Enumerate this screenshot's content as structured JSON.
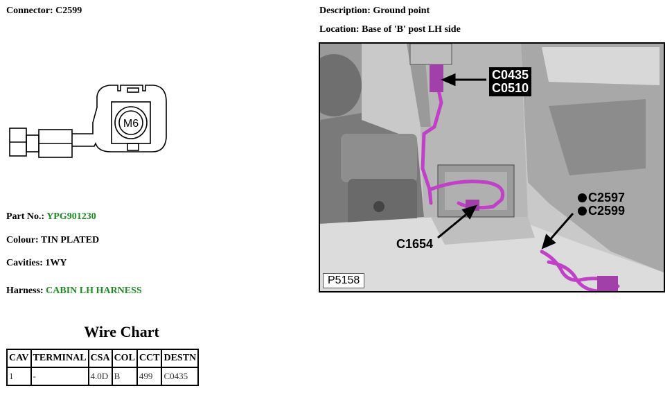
{
  "connector": {
    "label": "Connector:",
    "value": "C2599"
  },
  "description": {
    "label": "Description:",
    "value": "Ground point"
  },
  "location": {
    "label": "Location:",
    "value": "Base of 'B' post LH side"
  },
  "part_no": {
    "label": "Part No.:",
    "value": "YPG901230"
  },
  "colour": {
    "label": "Colour:",
    "value": "TIN PLATED"
  },
  "cavities": {
    "label": "Cavities:",
    "value": "1WY"
  },
  "harness": {
    "label": "Harness:",
    "value": "CABIN LH HARNESS"
  },
  "connector_drawing": {
    "terminal_label": "M6"
  },
  "wire_chart": {
    "title": "Wire Chart",
    "headers": [
      "CAV",
      "TERMINAL",
      "CSA",
      "COL",
      "CCT",
      "DESTN"
    ],
    "rows": [
      [
        "1",
        "-",
        "4.0D",
        "B",
        "499",
        "C0435"
      ]
    ]
  },
  "photo": {
    "callouts": {
      "top_line1": "C0435",
      "top_line2": "C0510",
      "right_line1": "C2597",
      "right_line2": "C2599",
      "bottom": "C1654"
    },
    "reference": "P5158"
  },
  "colors": {
    "green_text": "#1f8b24",
    "harness_magenta": "#c040c8"
  }
}
